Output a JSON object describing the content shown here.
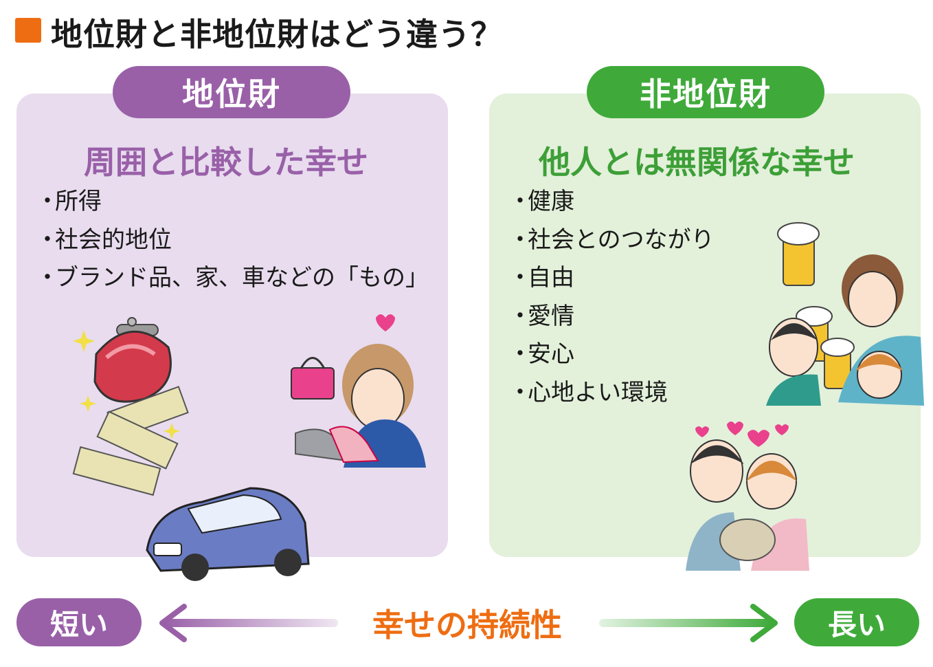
{
  "header": {
    "title": "地位財と非地位財はどう違う？",
    "marker_color": "#ee6d12"
  },
  "positional": {
    "label": "地位財",
    "subtitle": "周囲と比較した幸せ",
    "items": [
      "所得",
      "社会的地位",
      "ブランド品、家、車などの「もの」"
    ],
    "color": "#9960a8",
    "panel_color": "#e8dcee"
  },
  "non_positional": {
    "label": "非地位財",
    "subtitle": "他人とは無関係な幸せ",
    "items": [
      "健康",
      "社会とのつながり",
      "自由",
      "愛情",
      "安心",
      "心地よい環境"
    ],
    "color": "#3faa3a",
    "panel_color": "#e3f0da"
  },
  "bullet": "・",
  "footer": {
    "short": "短い",
    "long": "長い",
    "sustainability": "幸せの持続性"
  }
}
